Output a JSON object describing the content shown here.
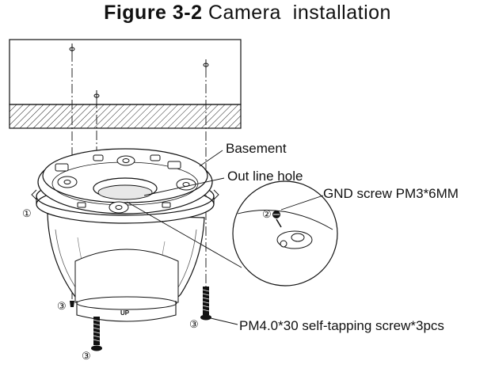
{
  "figure": {
    "number": "Figure 3-2",
    "title": "Camera  installation"
  },
  "labels": {
    "basement": "Basement",
    "outline_hole": "Out line hole",
    "gnd_screw": "GND screw PM3*6MM",
    "self_tapping": "PM4.0*30 self-tapping screw*3pcs"
  },
  "markers": {
    "camera": "①",
    "gnd": "②",
    "screw_left": "③",
    "screw_bottom": "③",
    "screw_right": "③"
  },
  "body_text": {
    "up": "UP"
  }
}
